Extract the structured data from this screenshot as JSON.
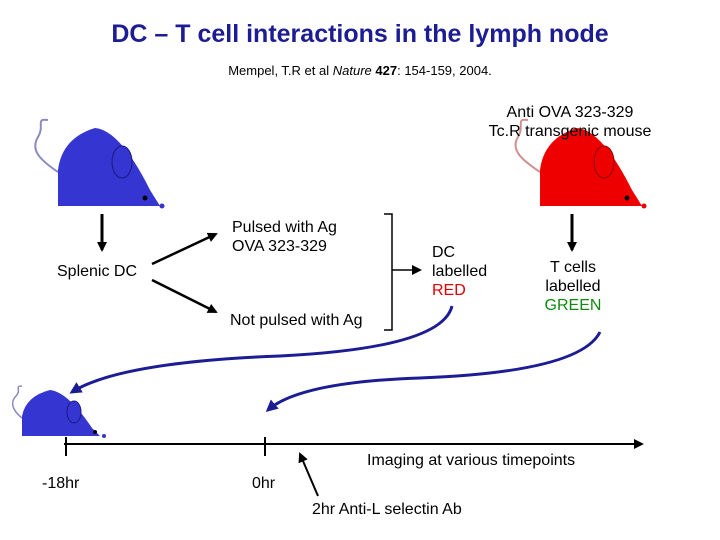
{
  "title": "DC – T cell interactions in the lymph node",
  "citation": {
    "authors": "Mempel, T.R et al ",
    "journal": "Nature",
    "volume": "427",
    "pages": ": 154-159, 2004."
  },
  "transgenic_mouse": {
    "line1": "Anti OVA 323-329",
    "line2": "Tc.R transgenic mouse"
  },
  "splenic_dc": "Splenic DC",
  "pulsed": {
    "line1": "Pulsed with Ag",
    "line2": "OVA 323-329"
  },
  "not_pulsed": "Not pulsed with Ag",
  "dc_labelled": {
    "line1": "DC",
    "line2": "labelled",
    "line3": "RED"
  },
  "t_cells_labelled": {
    "line1": "T cells",
    "line2": "labelled",
    "line3": "GREEN"
  },
  "timeline": {
    "minus18": "-18hr",
    "zero": "0hr",
    "imaging": "Imaging at various timepoints",
    "antibody": "2hr Anti-L selectin Ab"
  },
  "colors": {
    "title": "#1c1c94",
    "blue_mouse": "#3535d2",
    "red_mouse": "#ee0000",
    "red_text": "#e00000",
    "green_text": "#108a10",
    "arrow_blue": "#1c1c94"
  }
}
